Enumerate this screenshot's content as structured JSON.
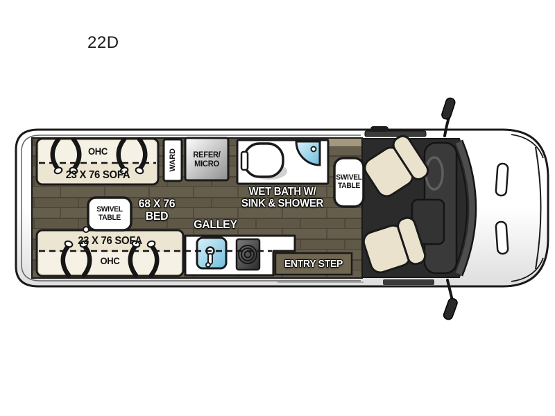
{
  "title": "22D",
  "colors": {
    "outline": "#1a1a1a",
    "label-dark": "#111111",
    "label-light": "#ffffff",
    "body-fill": "#ffffff",
    "body-shade": "#dedede",
    "floor-wood": "#5f5847",
    "floor-wood-dark": "#4a4336",
    "floor-wood-light": "#6e6654",
    "wood-trim": "#a3977e",
    "cab-floor": "#2b2b2b",
    "dash-panel": "#3a3a3a",
    "sofa": "#ece5d1",
    "sofa-light": "#f5f1e4",
    "seat": "#eae2cc",
    "sink-blue": "#6fbedd",
    "sink-blue-light": "#d9f1fa",
    "metal-light": "#ffffff",
    "metal-dark": "#8f8f8f",
    "burner-light": "#7d7d7d",
    "burner-dark": "#2a2a2a",
    "entry-step": "#6f6751"
  },
  "floorplan": {
    "sofa_top": {
      "overhead_cabinet": "OHC",
      "size": "23 X 76 SOFA"
    },
    "sofa_bottom": {
      "overhead_cabinet": "OHC",
      "size": "23 X 76 SOFA"
    },
    "wardrobe": "WARD",
    "refrigerator": {
      "line1": "REFER/",
      "line2": "MICRO"
    },
    "wet_bath": {
      "line1": "WET BATH W/",
      "line2": "SINK & SHOWER"
    },
    "swivel_table": {
      "line1": "SWIVEL",
      "line2": "TABLE"
    },
    "bed": {
      "line1": "68 X 76",
      "line2": "BED"
    },
    "galley": "GALLEY",
    "entry_step": "ENTRY STEP"
  }
}
